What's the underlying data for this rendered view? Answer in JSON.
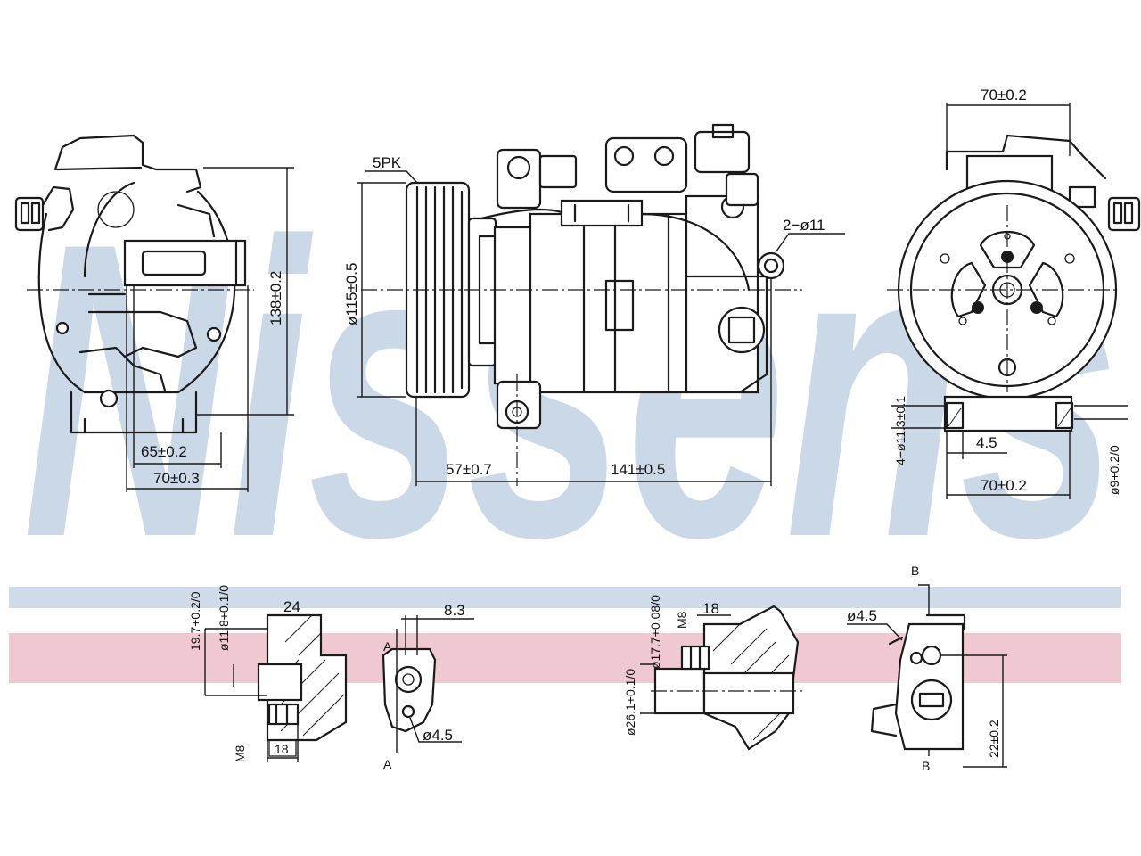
{
  "brand": {
    "watermark": "Nissens",
    "watermark_color": "#c9d6e6",
    "stripe_blue": "#cfdbe8",
    "stripe_red": "#f0c8d2"
  },
  "dimensions": {
    "height_138": "138±0.2",
    "width_65": "65±0.2",
    "width_70_left": "70±0.3",
    "belt": "5PK",
    "pulley_dia": "ø115±0.5",
    "bolt_holes": "2−ø11",
    "offset_57": "57±0.7",
    "length_141": "141±0.5",
    "width_70_top": "70±0.2",
    "mount_holes": "4−ø11.3±0.1",
    "spacer_45": "4.5",
    "width_70_bottom": "70±0.2",
    "pilot_dia": "ø9+0.2/0",
    "port1_dia_outer": "19.7+0.2/0",
    "port1_dia_inner": "ø11.8+0.1/0",
    "port1_len": "24",
    "port1_thread": "M8",
    "port1_depth": "18",
    "port1_side_width": "8.3",
    "port1_hole": "ø4.5",
    "section_a": "A",
    "port2_dia_outer": "ø26.1+0.1/0",
    "port2_dia_inner": "ø17.7+0.08/0",
    "port2_thread": "M8",
    "port2_depth": "18",
    "port2_hole": "ø4.5",
    "section_b": "B",
    "port2_height": "22±0.2"
  }
}
